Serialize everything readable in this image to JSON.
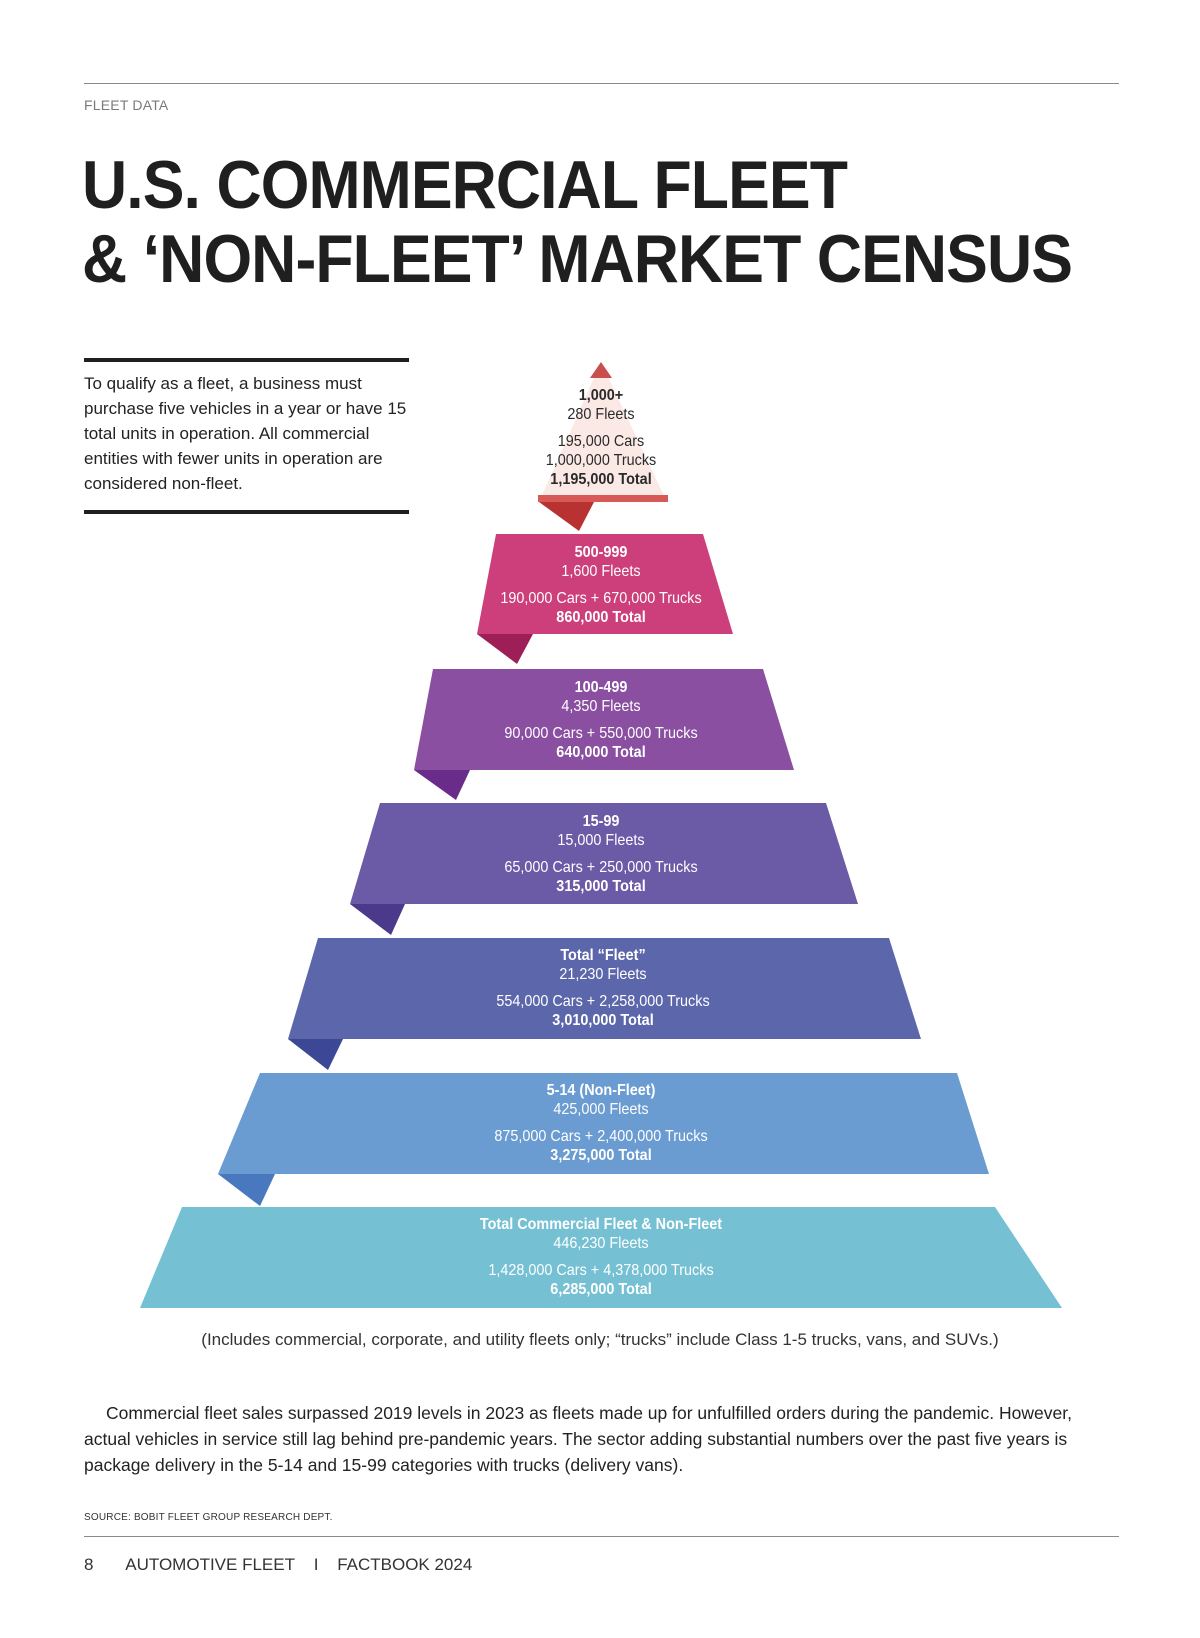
{
  "header": {
    "section_label": "FLEET DATA",
    "title_line1": "U.S. COMMERCIAL FLEET",
    "title_line2": "& ‘NON-FLEET’ MARKET CENSUS"
  },
  "intro": "To qualify as a fleet, a business must purchase five vehicles in a year or have 15 total units in operation. All commercial entities with fewer units in operation are considered non-fleet.",
  "tiers": [
    {
      "label": "1,000+",
      "fleets": "280 Fleets",
      "vehicles_line1": "195,000 Cars",
      "vehicles_line2": "1,000,000 Trucks",
      "total": "1,195,000 Total",
      "color": "#c94f4f"
    },
    {
      "label": "500-999",
      "fleets": "1,600 Fleets",
      "vehicles": "190,000 Cars + 670,000 Trucks",
      "total": "860,000 Total",
      "color": "#cc3f7a"
    },
    {
      "label": "100-499",
      "fleets": "4,350 Fleets",
      "vehicles": "90,000 Cars + 550,000 Trucks",
      "total": "640,000 Total",
      "color": "#8a4fa0"
    },
    {
      "label": "15-99",
      "fleets": "15,000 Fleets",
      "vehicles": "65,000 Cars + 250,000 Trucks",
      "total": "315,000 Total",
      "color": "#6b5aa6"
    },
    {
      "label": "Total “Fleet”",
      "fleets": "21,230 Fleets",
      "vehicles": "554,000 Cars + 2,258,000 Trucks",
      "total": "3,010,000 Total",
      "color": "#5c67ab"
    },
    {
      "label": "5-14 (Non-Fleet)",
      "fleets": "425,000 Fleets",
      "vehicles": "875,000 Cars + 2,400,000 Trucks",
      "total": "3,275,000 Total",
      "color": "#6a9bd1"
    },
    {
      "label": "Total Commercial Fleet & Non-Fleet",
      "fleets": "446,230 Fleets",
      "vehicles": "1,428,000 Cars + 4,378,000 Trucks",
      "total": "6,285,000 Total",
      "color": "#76c0d4"
    }
  ],
  "note": "(Includes commercial, corporate, and utility fleets only; “trucks” include Class 1-5 trucks, vans, and SUVs.)",
  "body": "Commercial fleet sales surpassed 2019 levels in 2023 as fleets made up for unfulfilled orders during the pandemic. However, actual vehicles in service still lag behind pre-pandemic years. The sector adding substantial numbers over the past five years is package delivery in the 5-14 and 15-99 categories with trucks (delivery vans).",
  "source": "SOURCE: BOBIT FLEET GROUP RESEARCH DEPT.",
  "footer": {
    "page_number": "8",
    "publication": "AUTOMOTIVE FLEET",
    "separator": "I",
    "edition": "FACTBOOK 2024"
  }
}
